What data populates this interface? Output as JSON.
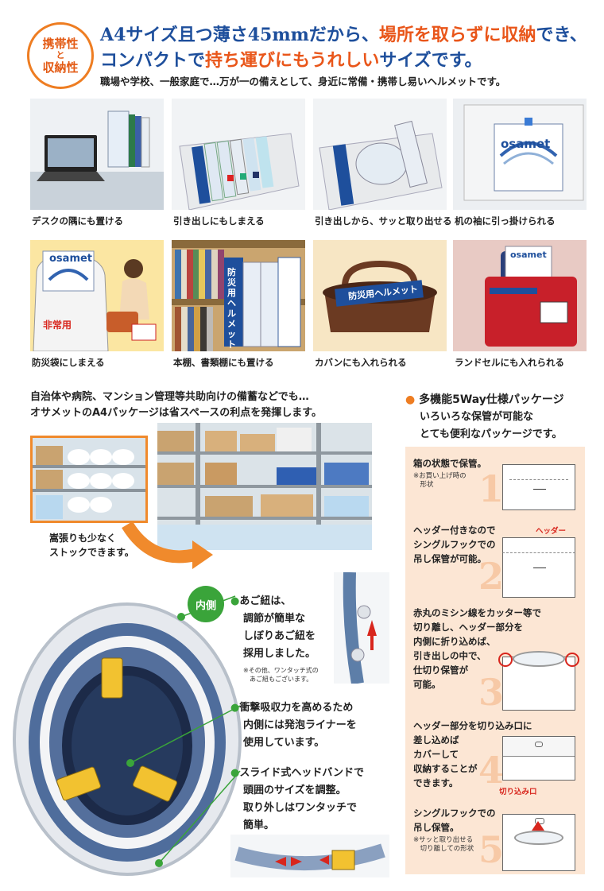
{
  "header": {
    "badge_line1": "携帯性",
    "badge_line2": "と",
    "badge_line3": "収納性",
    "headline1_a": "A4サイズ且つ薄さ45mmだから、",
    "headline1_b": "場所を取らずに収納",
    "headline1_c": "でき、",
    "headline2_a": "コンパクトで",
    "headline2_b": "持ち運びにもうれしい",
    "headline2_c": "サイズです。",
    "subline": "職場や学校、一般家庭で…万が一の備えとして、身近に常備・携帯し易いヘルメットです。"
  },
  "gallery": {
    "captions": [
      "デスクの隅にも置ける",
      "引き出しにもしまえる",
      "引き出しから、サッと取り出せる",
      "机の袖に引っ掛けられる",
      "防災袋にしまえる",
      "本棚、書類棚にも置ける",
      "カバンにも入れられる",
      "ランドセルにも入れられる"
    ],
    "brand": "osamet",
    "emergency_bag_label": "非常用",
    "product_spine": "防災用ヘルメット"
  },
  "stock": {
    "line1": "自治体や病院、マンション管理等共助向けの備蓄などでも…",
    "line2": "オサメットのA4パッケージは省スペースの利点を発揮します。",
    "note1": "嵩張りも少なく",
    "note2": "ストックできます。"
  },
  "package": {
    "title": "多機能5Way仕様パッケージ",
    "sub1": "いろいろな保管が可能な",
    "sub2": "とても便利なパッケージです。",
    "steps": [
      {
        "num": "1",
        "lines": [
          "箱の状態で保管。"
        ],
        "note": [
          "※お買い上げ時の",
          "　形状"
        ]
      },
      {
        "num": "2",
        "lines": [
          "ヘッダー付きなので",
          "シングルフックでの",
          "吊し保管が可能。"
        ],
        "note": []
      },
      {
        "num": "3",
        "lines": [
          "赤丸のミシン線をカッター等で",
          "切り離し、ヘッダー部分を",
          "内側に折り込めば、",
          "引き出しの中で、",
          "仕切り保管が",
          "可能。"
        ],
        "note": []
      },
      {
        "num": "4",
        "lines": [
          "ヘッダー部分を切り込み口に",
          "差し込めば",
          "カバーして",
          "収納することが",
          "できます。"
        ],
        "note": []
      },
      {
        "num": "5",
        "lines": [
          "シングルフックでの",
          "吊し保管。"
        ],
        "note": [
          "※サッと取り出せる",
          "　切り離しての形状"
        ]
      }
    ],
    "header_label": "ヘッダー",
    "slot_label": "切り込み口"
  },
  "helmet": {
    "inner_label": "内側",
    "feature1": [
      "あご紐は、",
      "調節が簡単な",
      "しぼりあご紐を",
      "採用しました。"
    ],
    "feature1_note": [
      "※その他、ワンタッチ式の",
      "　あご紐もございます。"
    ],
    "feature2": [
      "衝撃吸収力を高めるため",
      "内側には発泡ライナーを",
      "使用しています。"
    ],
    "feature3": [
      "スライド式ヘッドバンドで",
      "頭囲のサイズを調整。",
      "取り外しはワンタッチで",
      "簡単。"
    ]
  },
  "colors": {
    "accent_orange": "#e9561a",
    "headline_blue": "#1e4f9c",
    "feature_green": "#3aa43a",
    "panel_peach": "#fce6d4"
  }
}
